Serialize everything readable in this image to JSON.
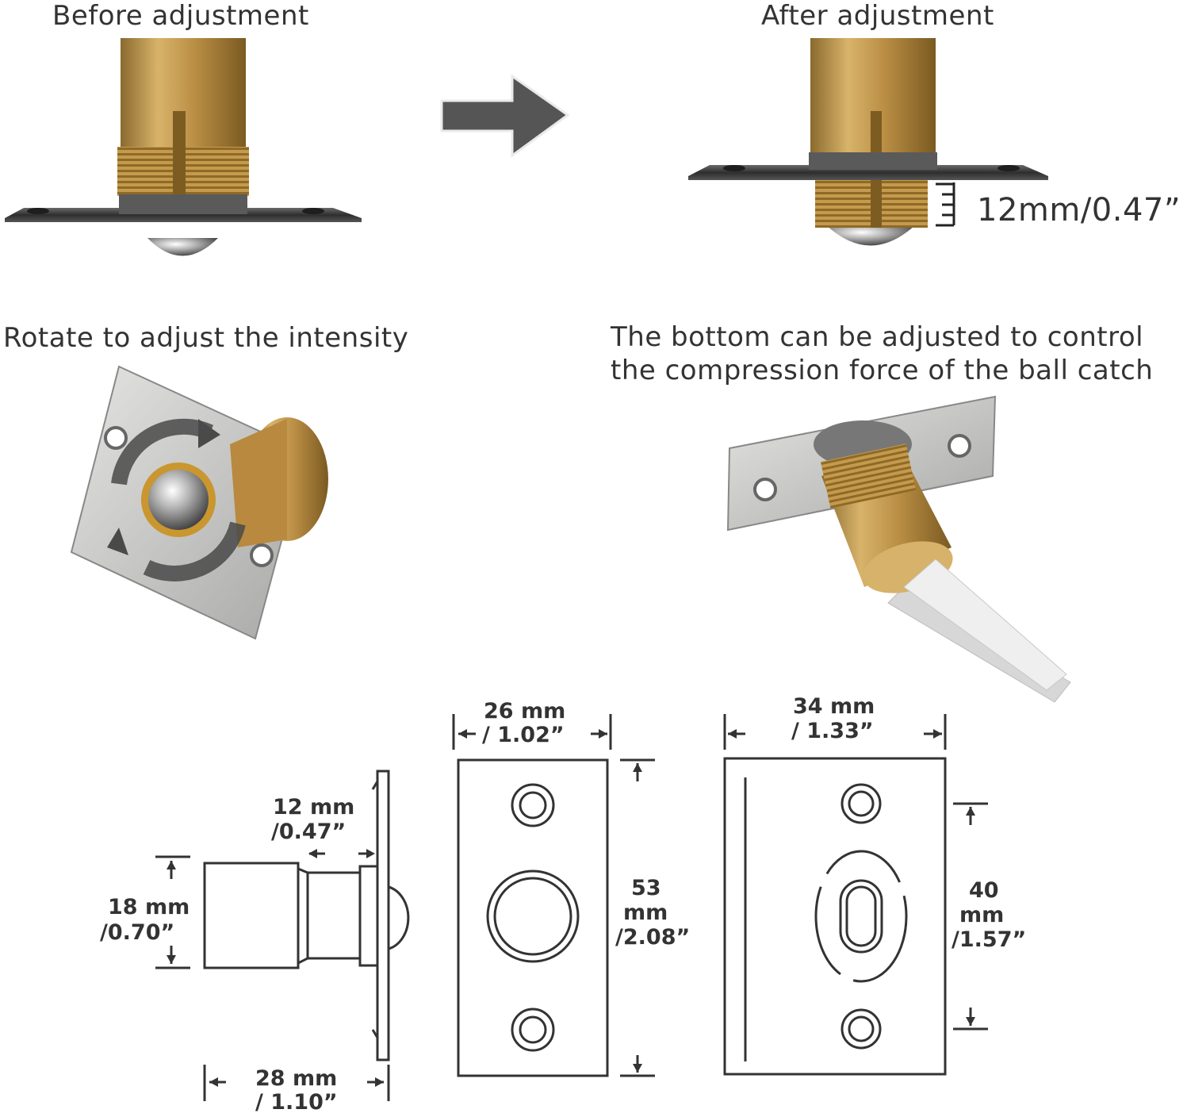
{
  "top": {
    "before_label": "Before adjustment",
    "after_label": "After adjustment",
    "extension_label": "12mm/0.47”"
  },
  "middle": {
    "rotate_label": "Rotate to adjust the intensity",
    "bottom_label_line1": "The bottom can be adjusted to control",
    "bottom_label_line2": "the compression force of the ball catch"
  },
  "dimensions": {
    "length_mm": "28  mm",
    "length_in": "/ 1.10”",
    "diameter_mm": "18  mm",
    "diameter_in": "/0.70”",
    "thread_mm": "12  mm",
    "thread_in": "/0.47”",
    "plate_width_mm": "26  mm",
    "plate_width_in": "/ 1.02”",
    "plate_height_mm_1": "53",
    "plate_height_mm_2": "mm",
    "plate_height_in": "/2.08”",
    "strike_width_mm": "34  mm",
    "strike_width_in": "/ 1.33”",
    "strike_height_mm_1": "40",
    "strike_height_mm_2": "mm",
    "strike_height_in": "/1.57”"
  },
  "colors": {
    "brass": "#c49a4e",
    "steel": "#9a9a98",
    "arrow": "#555555",
    "line": "#333333"
  }
}
